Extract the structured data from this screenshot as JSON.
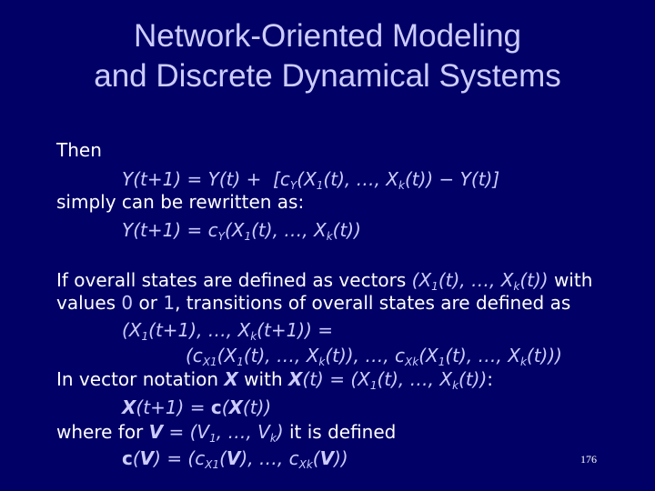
{
  "title": {
    "line1": "Network-Oriented Modeling",
    "line2": "and Discrete Dynamical Systems"
  },
  "body": {
    "then": "Then",
    "eq1": "Y(t+1) = Y(t) + [c_Y(X_1(t), …, X_k(t)) − Y(t)]",
    "rewrite": "simply can be rewritten as:",
    "eq2": "Y(t+1) = c_Y(X_1(t), …, X_k(t))",
    "para1_line1": "If overall states are defined as vectors (X_1(t), …, X_k(t)) with",
    "para1_line2": "values 0 or 1, transitions of overall states are defined as",
    "eq3": "(X_1(t+1), …, X_k(t+1)) =",
    "eq4": "(c_X1(X_1(t), …, X_k(t)), …, c_Xk(X_1(t), …, X_k(t)))",
    "vector_notation": "In vector notation X with X(t) = (X_1(t), …, X_k(t)):",
    "eq5": "X(t+1) = c(X(t))",
    "where": "where for V = (V_1, …, V_k) it is defined",
    "eq6": "c(V) = (c_X1(V), …, c_Xk(V))"
  },
  "page_number": "176",
  "colors": {
    "background": "#000066",
    "accent": "#ccccff",
    "text": "#ffffff"
  }
}
